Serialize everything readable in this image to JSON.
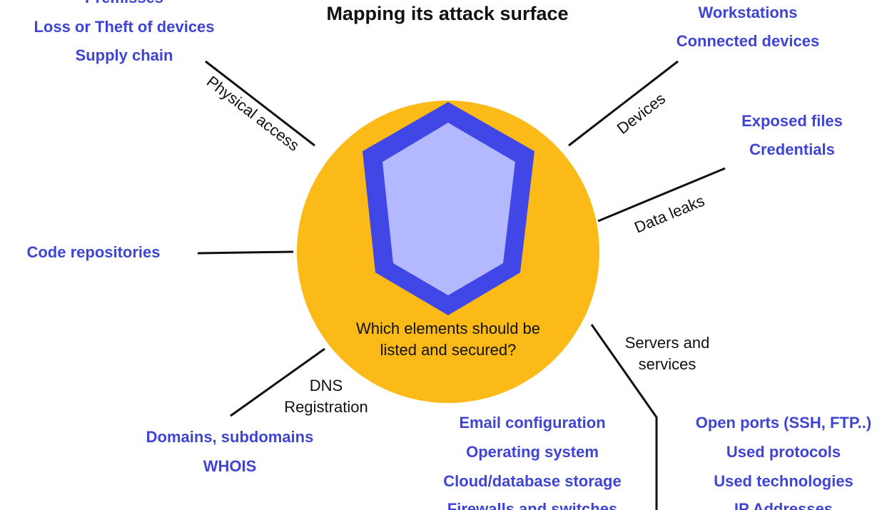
{
  "title": "Mapping its attack surface",
  "colors": {
    "circle": "#fbba17",
    "shield_outer": "#4146e6",
    "shield_inner": "#b4b8ff",
    "item_text": "#3f45d2",
    "branch_text": "#111111",
    "line": "#111111"
  },
  "center": {
    "question_line1": "Which elements should be",
    "question_line2": "listed and secured?",
    "icon": "shield-icon"
  },
  "branches": {
    "physical_access": {
      "label": "Physical access",
      "items": [
        "Premisses",
        "Loss or Theft of devices",
        "Supply chain"
      ]
    },
    "devices": {
      "label": "Devices",
      "items": [
        "Workstations",
        "Connected devices"
      ]
    },
    "data_leaks": {
      "label": "Data leaks",
      "items": [
        "Exposed files",
        "Credentials"
      ]
    },
    "code": {
      "items": [
        "Code repositories"
      ]
    },
    "dns": {
      "label_line1": "DNS",
      "label_line2": "Registration",
      "items": [
        "Domains, subdomains",
        "WHOIS"
      ]
    },
    "servers": {
      "label_line1": "Servers and",
      "label_line2": "services",
      "items_left": [
        "Email configuration",
        "Operating system",
        "Cloud/database storage",
        "Firewalls and switches"
      ],
      "items_right": [
        "Open ports (SSH, FTP..)",
        "Used protocols",
        "Used technologies",
        "IP Addresses"
      ]
    }
  }
}
